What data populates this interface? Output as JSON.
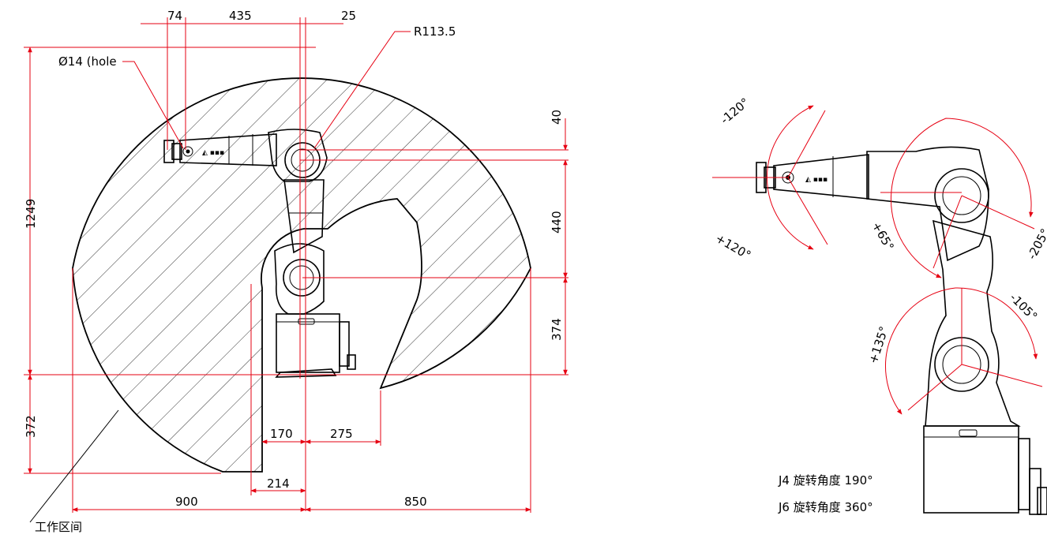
{
  "left_view": {
    "dims": {
      "d74": "74",
      "d435": "435",
      "d25": "25",
      "radius": "R113.5",
      "hole": "Ø14 (hole",
      "d1249": "1249",
      "d40": "40",
      "d440": "440",
      "d374": "374",
      "d372": "372",
      "d170": "170",
      "d275": "275",
      "d214": "214",
      "d900": "900",
      "d850": "850"
    },
    "workspace_label": "工作区间"
  },
  "right_view": {
    "angles": {
      "j5_neg": "-120°",
      "j5_pos": "+120°",
      "j3_pos": "+65°",
      "j3_neg": "-205°",
      "j2_pos": "+135°",
      "j2_neg": "-105°"
    },
    "notes": {
      "j4": "J4 旋转角度 190°",
      "j6": "J6 旋转角度 360°"
    }
  },
  "colors": {
    "dimension_line": "#e60012",
    "outline": "#000000",
    "background": "#ffffff"
  }
}
